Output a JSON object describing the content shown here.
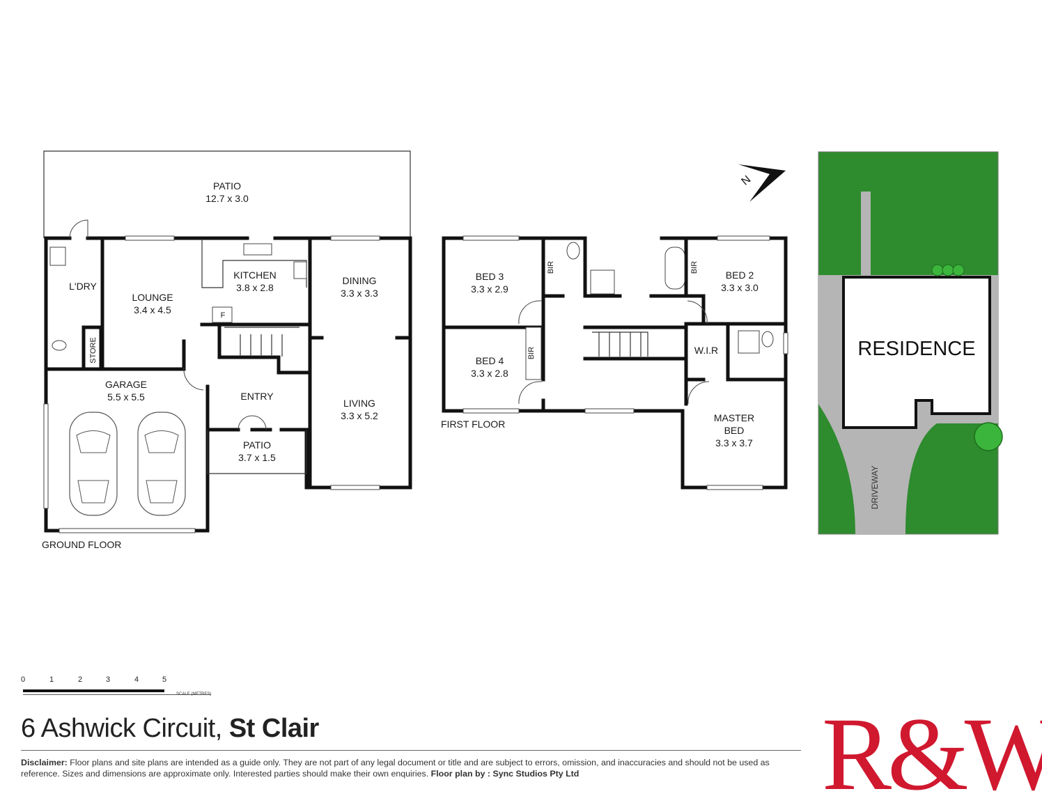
{
  "plans": {
    "ground_label": "GROUND FLOOR",
    "first_label": "FIRST FLOOR",
    "ground_rooms": [
      {
        "name": "PATIO",
        "dims": "12.7 x 3.0"
      },
      {
        "name": "L'DRY",
        "dims": ""
      },
      {
        "name": "LOUNGE",
        "dims": "3.4 x 4.5"
      },
      {
        "name": "KITCHEN",
        "dims": "3.8 x 2.8"
      },
      {
        "name": "DINING",
        "dims": "3.3 x 3.3"
      },
      {
        "name": "GARAGE",
        "dims": "5.5 x 5.5"
      },
      {
        "name": "ENTRY",
        "dims": ""
      },
      {
        "name": "LIVING",
        "dims": "3.3 x 5.2"
      },
      {
        "name": "PATIO",
        "dims": "3.7 x 1.5"
      }
    ],
    "ground_small_labels": {
      "store": "STORE",
      "fridge": "F"
    },
    "first_rooms": [
      {
        "name": "BED 3",
        "dims": "3.3 x 2.9"
      },
      {
        "name": "BED 2",
        "dims": "3.3 x 3.0"
      },
      {
        "name": "BED 4",
        "dims": "3.3 x 2.8"
      },
      {
        "name": "W.I.R",
        "dims": ""
      },
      {
        "name": "MASTER",
        "dims": "BED"
      },
      {
        "name": "3.3 x 3.7",
        "dims": ""
      }
    ],
    "first_small_labels": {
      "bir": "BIR"
    }
  },
  "site": {
    "residence_label": "RESIDENCE",
    "driveway_label": "DRIVEWAY",
    "lawn_color": "#2e8b2e",
    "path_color": "#b5b5b5"
  },
  "compass": {
    "label": "N"
  },
  "scale": {
    "ticks": [
      "0",
      "1",
      "2",
      "3",
      "4",
      "5"
    ],
    "caption": "SCALE (METRES)"
  },
  "footer": {
    "address_street": "6 Ashwick Circuit,",
    "address_suburb": "St Clair",
    "disclaimer_heading": "Disclaimer:",
    "disclaimer_text": "Floor plans and site plans are intended as a guide only. They are not part of any legal document or title and are subject to errors, omission, and inaccuracies and should not be used as reference. Sizes and dimensions are approximate only. Interested parties should make their own enquiries.",
    "credit": "Floor plan by : Sync Studios Pty Ltd",
    "logo_text": "R&W",
    "logo_color": "#d0182f"
  }
}
